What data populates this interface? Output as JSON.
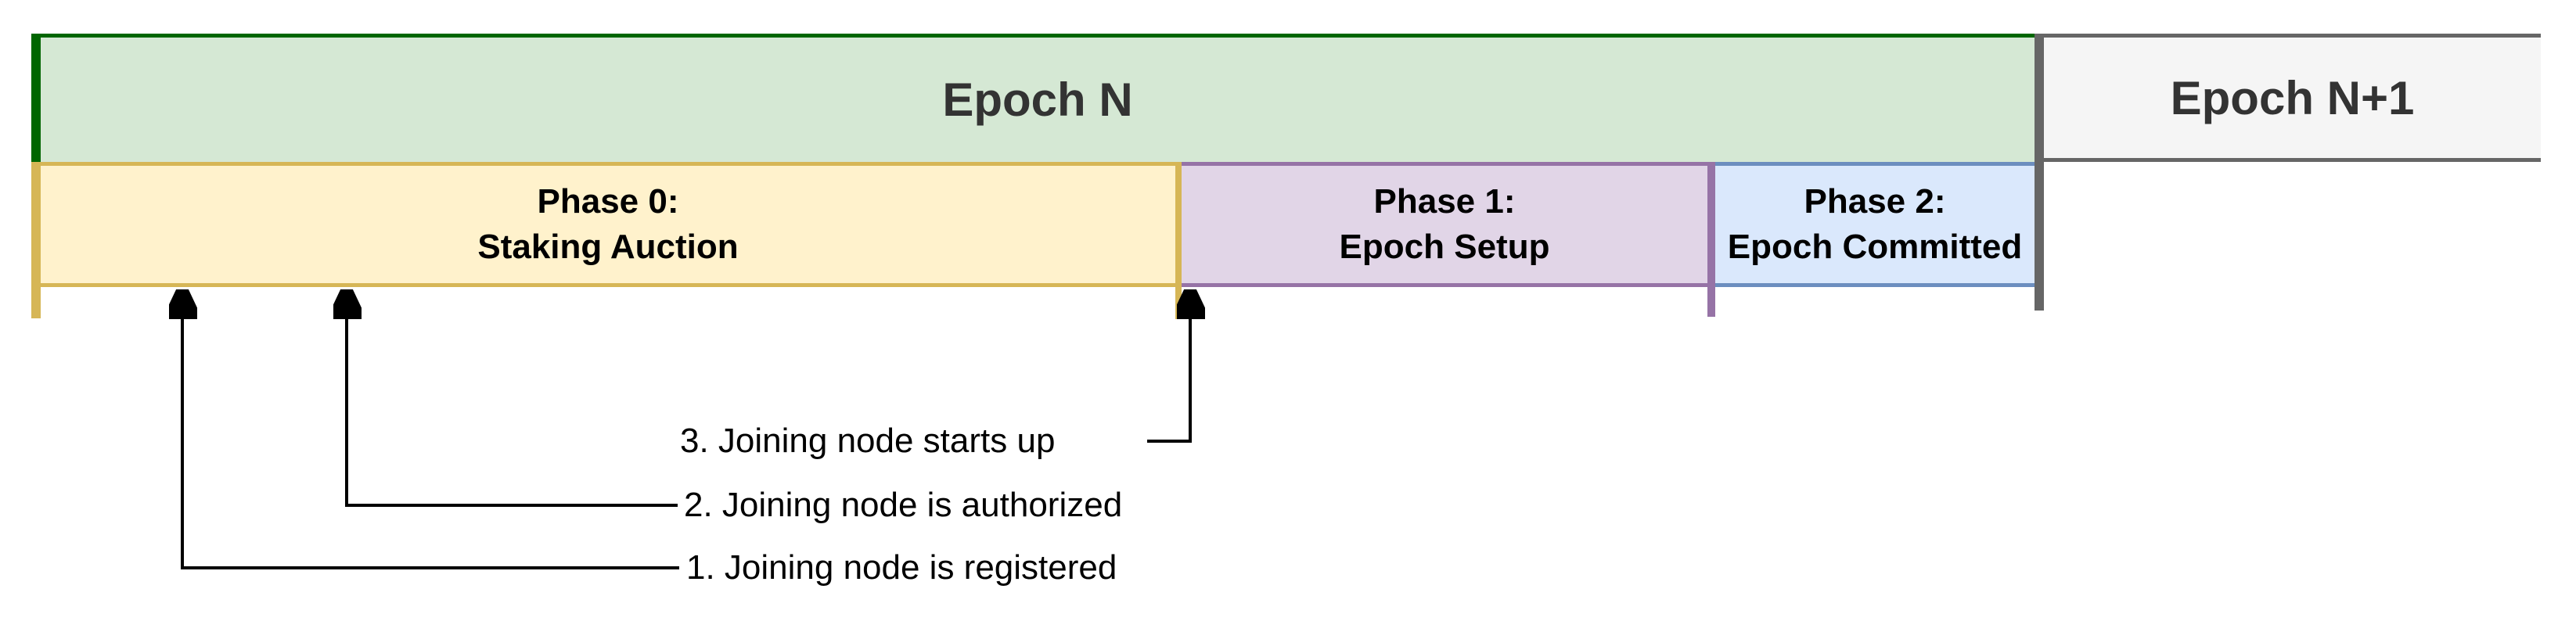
{
  "diagram": {
    "epochs": [
      {
        "label": "Epoch N",
        "fill": "#d5e8d4",
        "border": "#006600",
        "text_color": "#333333"
      },
      {
        "label": "Epoch N+1",
        "fill": "#f5f5f5",
        "border": "#666666",
        "text_color": "#333333"
      }
    ],
    "phases": [
      {
        "line1": "Phase 0:",
        "line2": "Staking Auction",
        "fill": "#fff2cc",
        "border": "#d6b656"
      },
      {
        "line1": "Phase 1:",
        "line2": "Epoch Setup",
        "fill": "#e1d5e7",
        "border": "#9673a6"
      },
      {
        "line1": "Phase 2:",
        "line2": "Epoch Committed",
        "fill": "#dae8fc",
        "border": "#6c8ebf"
      }
    ],
    "annotations": [
      {
        "label": "1. Joining node is registered"
      },
      {
        "label": "2. Joining node is authorized"
      },
      {
        "label": "3. Joining node starts up"
      }
    ],
    "epoch_boundary_color": "#666666",
    "arrow_color": "#000000",
    "background": "#ffffff"
  }
}
